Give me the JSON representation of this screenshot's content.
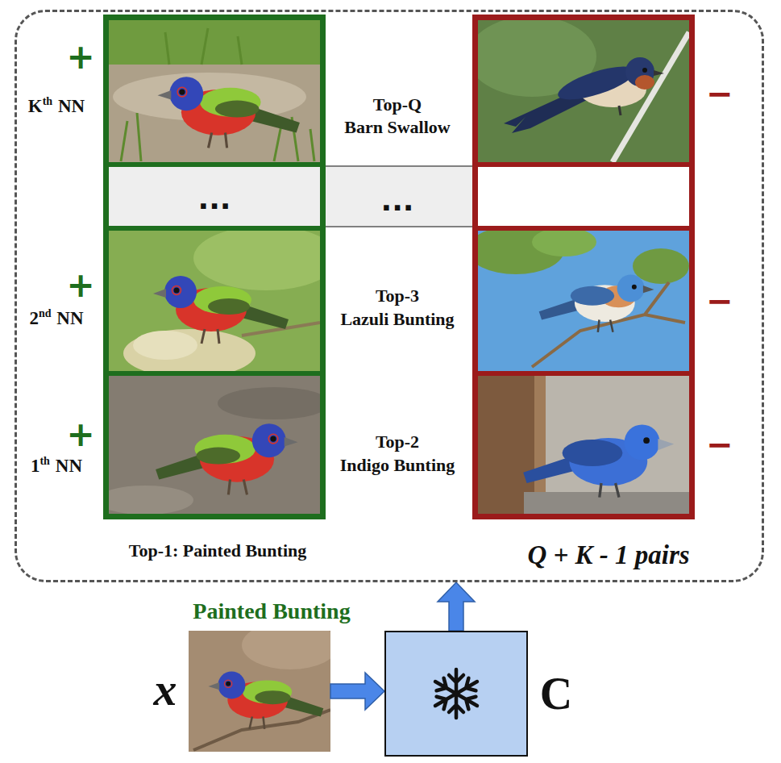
{
  "diagram": {
    "nodes": [
      {
        "text": [
          "Q + K - 1 pairs"
        ]
      },
      {
        "text": [
          "Top-1: Painted Bunting"
        ],
        "in": 0
      },
      {
        "text": [
          "...",
          "..."
        ],
        "in": 0
      },
      {
        "text": [
          "Painted Bunting",
          "x"
        ]
      },
      {
        "text": [
          "C"
        ]
      }
    ],
    "edges": [
      {
        "from": 3,
        "to": 4,
        "arrow": "to"
      },
      {
        "from": 4,
        "to": 0,
        "arrow": "to"
      }
    ],
    "labels": [
      "+",
      "K",
      "th",
      "NN",
      "Top-Q",
      "Barn Swallow",
      "−",
      "+",
      "2",
      "nd",
      "NN",
      "Top-3",
      "Lazuli Bunting",
      "−",
      "+",
      "1",
      "th",
      "NN",
      "Top-2",
      "Indigo Bunting",
      "−"
    ]
  }
}
